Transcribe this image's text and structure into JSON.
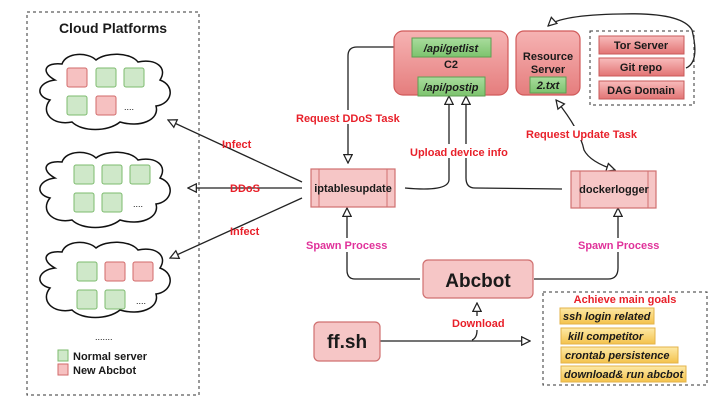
{
  "cloud_panel": {
    "title": "Cloud Platforms",
    "ellipsis_clouds": "....",
    "ellipsis_more": ".......",
    "legend": [
      {
        "label": "Normal server",
        "color": "#c9e6c2"
      },
      {
        "label": "New Abcbot",
        "color": "#f5bcbc"
      }
    ]
  },
  "colors": {
    "normal_server_fill": "#cfe8c9",
    "normal_server_stroke": "#7dbb6e",
    "abcbot_fill": "#f6c1c1",
    "abcbot_stroke": "#d26a6a",
    "label_red": "#e8202a",
    "label_pink": "#e0329a",
    "node_fill": "#f6c6c6",
    "server_fill": "#ec8f8f",
    "api_fill": "#93d08a",
    "goal_fill": "#f9d56e"
  },
  "c2": {
    "title": "C2",
    "endpoints": [
      "/api/getlist",
      "/api/postip"
    ]
  },
  "resource_server": {
    "title_line1": "Resource",
    "title_line2": "Server",
    "file": "2.txt"
  },
  "sources": [
    "Tor Server",
    "Git repo",
    "DAG Domain"
  ],
  "nodes": {
    "iptablesupdate": "iptablesupdate",
    "dockerlogger": "dockerlogger",
    "abcbot": "Abcbot",
    "ffsh": "ff.sh"
  },
  "edge_labels": {
    "infect_top": "Infect",
    "ddos": "DDoS",
    "infect_bottom": "Infect",
    "request_ddos": "Request DDoS Task",
    "upload_info": "Upload device info",
    "request_update": "Request Update Task",
    "spawn_left": "Spawn Process",
    "spawn_right": "Spawn Process",
    "download": "Download"
  },
  "goals": {
    "title": "Achieve main goals",
    "items": [
      "ssh login related",
      "kill competitor",
      "crontab persistence",
      "download& run abcbot"
    ]
  }
}
